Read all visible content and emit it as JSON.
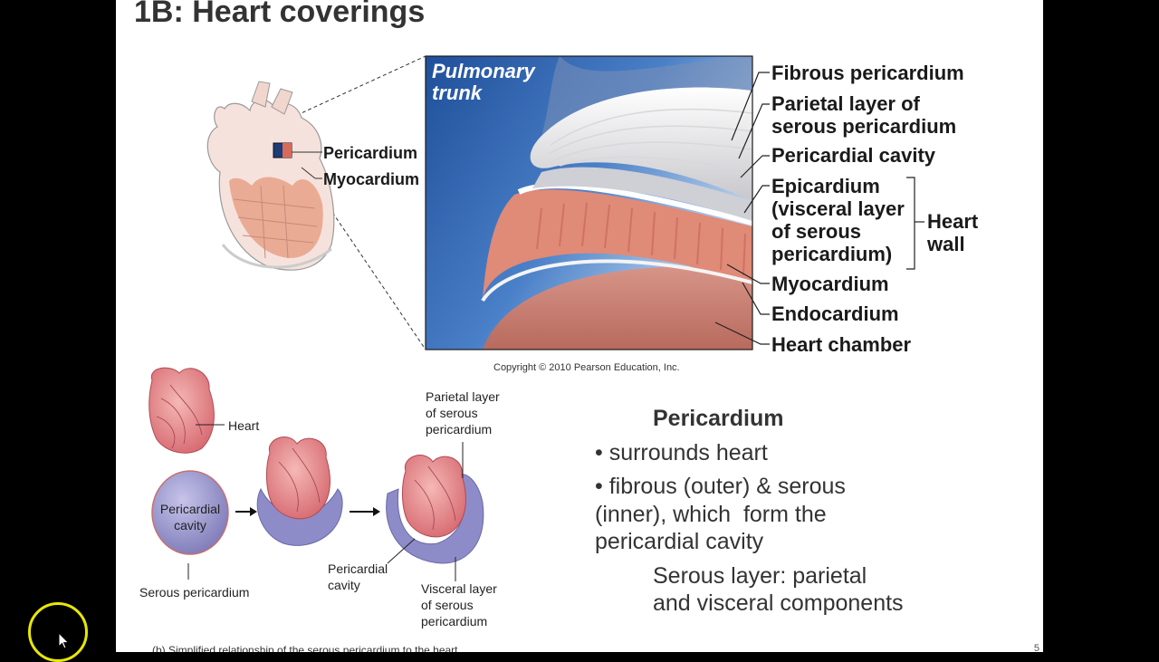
{
  "slide": {
    "title": "1B: Heart coverings",
    "copyright": "Copyright © 2010 Pearson Education, Inc.",
    "caption": "(b) Simplified relationship of the serous pericardium to the heart",
    "page_number": "5"
  },
  "top_figure": {
    "inset_title_line1": "Pulmonary",
    "inset_title_line2": "trunk",
    "small_heart_labels": {
      "pericardium": "Pericardium",
      "myocardium": "Myocardium"
    },
    "layer_labels": {
      "fibrous": "Fibrous pericardium",
      "parietal_line1": "Parietal layer of",
      "parietal_line2": "serous pericardium",
      "cavity": "Pericardial cavity",
      "epicardium_line1": "Epicardium",
      "epicardium_line2": "(visceral layer",
      "epicardium_line3": "of serous",
      "epicardium_line4": "pericardium)",
      "myocardium": "Myocardium",
      "endocardium": "Endocardium",
      "chamber": "Heart chamber"
    },
    "bracket_label_line1": "Heart",
    "bracket_label_line2": "wall"
  },
  "bottom_figure": {
    "heart": "Heart",
    "cavity_inside_line1": "Pericardial",
    "cavity_inside_line2": "cavity",
    "serous": "Serous pericardium",
    "parietal_line1": "Parietal layer",
    "parietal_line2": "of serous",
    "parietal_line3": "pericardium",
    "cavity_line1": "Pericardial",
    "cavity_line2": "cavity",
    "visceral_line1": "Visceral layer",
    "visceral_line2": "of serous",
    "visceral_line3": "pericardium"
  },
  "notes": {
    "heading": "Pericardium",
    "bullet1": "• surrounds heart",
    "bullet2_line1": "• fibrous (outer) & serous",
    "bullet2_line2": "(inner), which  form the",
    "bullet2_line3": "pericardial cavity",
    "sub_line1": "Serous layer: parietal",
    "sub_line2": "and visceral components"
  },
  "colors": {
    "title": "#333333",
    "inset_blue": "#2a5aa8",
    "muscle": "#e08a78",
    "serous_purple": "#8e8cc8",
    "cursor_ring": "#e8e800"
  }
}
